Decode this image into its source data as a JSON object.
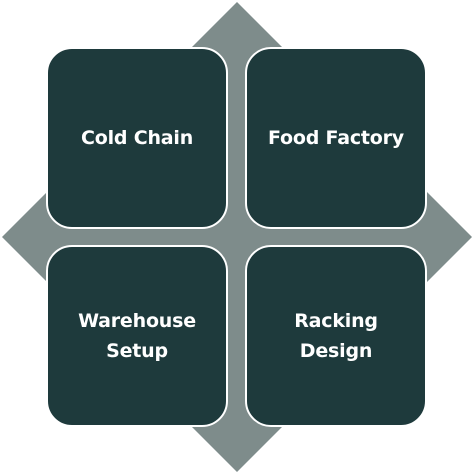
{
  "colors": {
    "tile": "#1e3a3c",
    "diamond": "#7e8c8b",
    "tile_border": "#ffffff",
    "text": "#ffffff"
  },
  "tiles": [
    {
      "label": "Cold Chain"
    },
    {
      "label": "Food Factory"
    },
    {
      "label": "Warehouse\nSetup"
    },
    {
      "label": "Racking\nDesign"
    }
  ]
}
